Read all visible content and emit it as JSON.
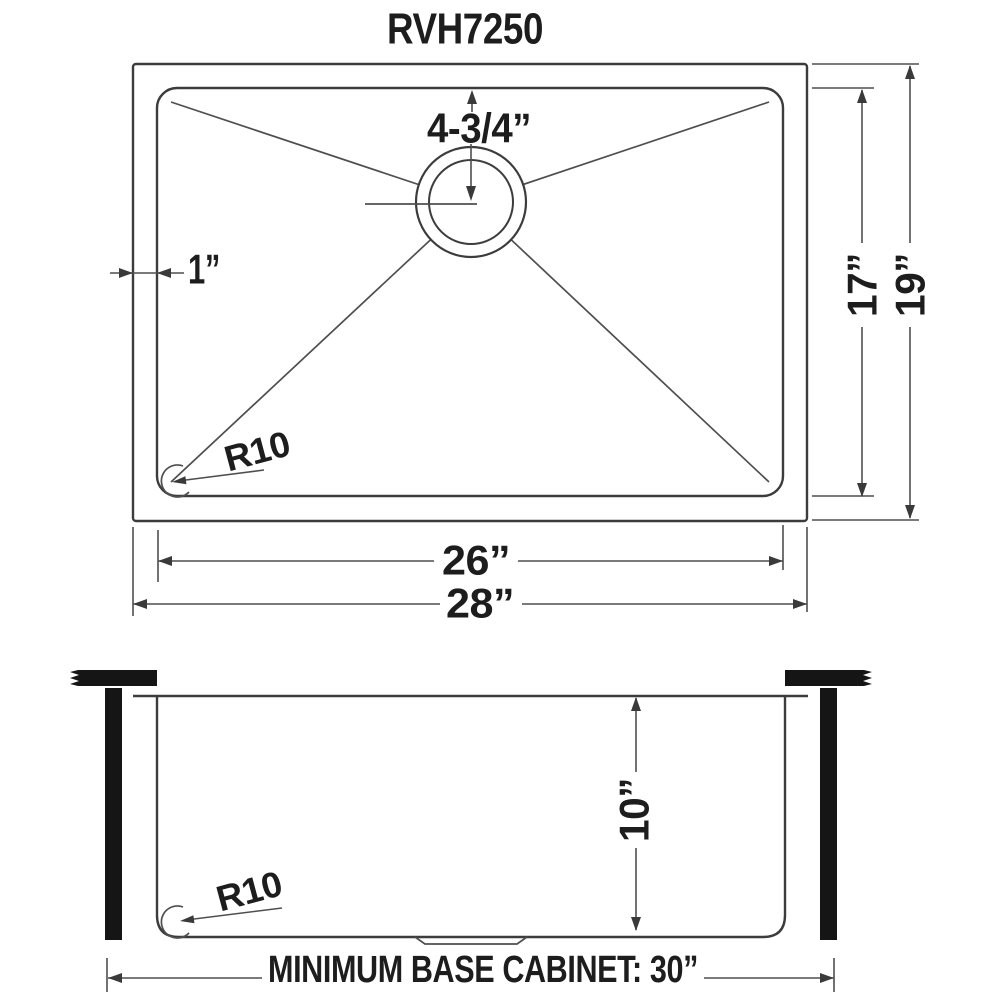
{
  "title": "RVH7250",
  "colors": {
    "outline": "#3c3c3c",
    "dimension_line": "#4f4f4f",
    "text": "#1d1d1d",
    "solid_black": "#151515",
    "background": "#ffffff"
  },
  "top_view": {
    "description": "sink plan view",
    "labels": {
      "drain_offset": "4-3/4”",
      "rim_width": "1”",
      "corner_radius": "R10",
      "bowl_front_to_back": "17”",
      "overall_front_to_back": "19”",
      "bowl_length": "26”",
      "overall_length": "28”"
    }
  },
  "side_view": {
    "description": "sink section view",
    "labels": {
      "bowl_depth": "10”",
      "corner_radius": "R10",
      "base_cabinet": "MINIMUM BASE CABINET: 30”"
    }
  }
}
